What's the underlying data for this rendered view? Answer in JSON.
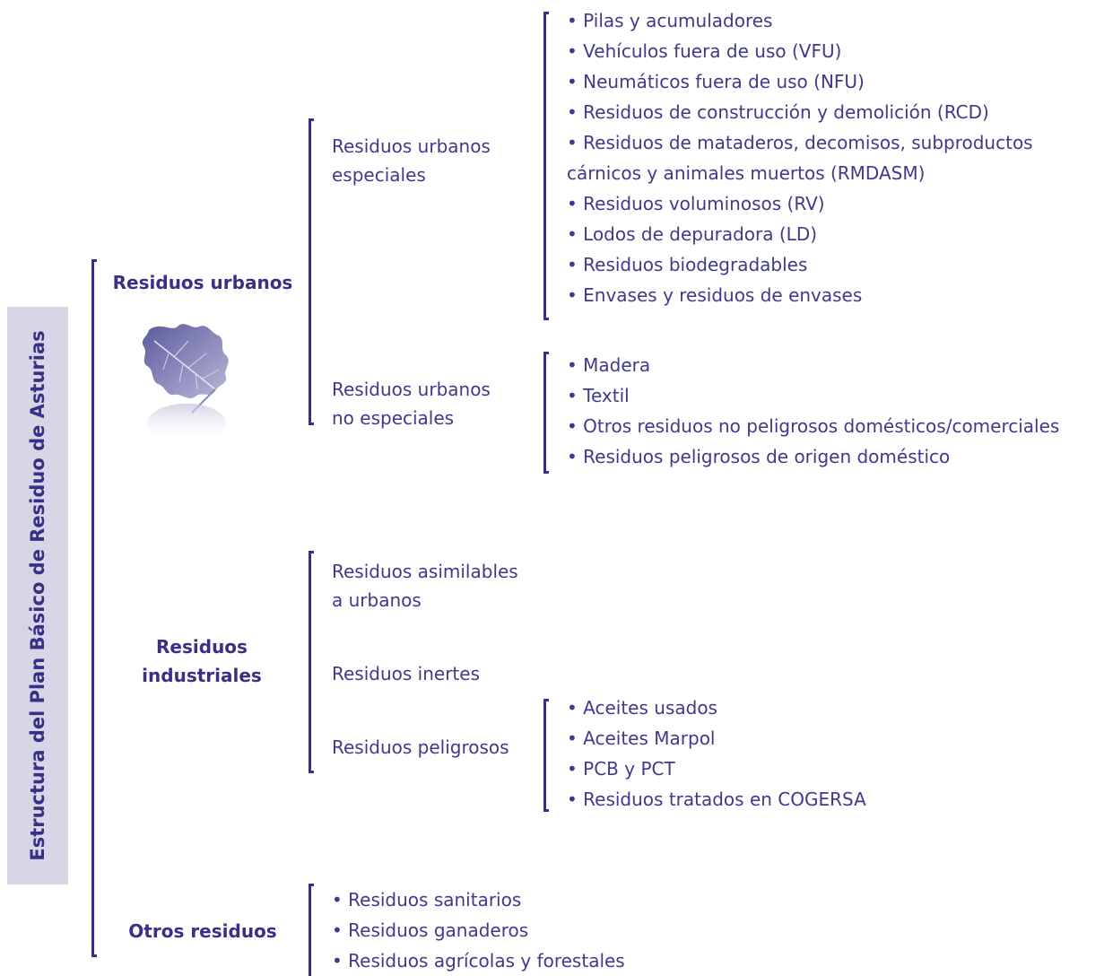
{
  "side_title": "Estructura del Plan Básico de Residuo de Asturias",
  "categories": {
    "urbanos": "Residuos urbanos",
    "industriales": "Residuos industriales",
    "otros": "Otros residuos"
  },
  "subcategories": {
    "urbanos_especiales": "Residuos urbanos\nespeciales",
    "urbanos_no_especiales": "Residuos urbanos\nno especiales",
    "asimilables": "Residuos asimilables\na urbanos",
    "inertes": "Residuos inertes",
    "peligrosos": "Residuos peligrosos"
  },
  "urbanos_especiales_items": [
    "Pilas y acumuladores",
    "Vehículos fuera de uso (VFU)",
    "Neumáticos fuera de uso (NFU)",
    "Residuos de construcción y demolición (RCD)",
    "Residuos de mataderos, decomisos, subproductos cárnicos y animales muertos (RMDASM)",
    "Residuos voluminosos (RV)",
    "Lodos de depuradora (LD)",
    "Residuos biodegradables",
    "Envases y residuos de envases"
  ],
  "urbanos_no_especiales_items": [
    "Madera",
    "Textil",
    "Otros residuos no peligrosos domésticos/comerciales",
    "Residuos peligrosos de origen doméstico"
  ],
  "peligrosos_items": [
    "Aceites usados",
    "Aceites Marpol",
    "PCB y PCT",
    "Residuos tratados en COGERSA"
  ],
  "otros_items": [
    "Residuos sanitarios",
    "Residuos ganaderos",
    "Residuos agrícolas y forestales"
  ],
  "colors": {
    "text": "#3f3a8c",
    "bracket": "#3a2f86",
    "side_box": "#d6d6e6"
  },
  "icons": {
    "leaf": "oak-leaf-icon"
  }
}
